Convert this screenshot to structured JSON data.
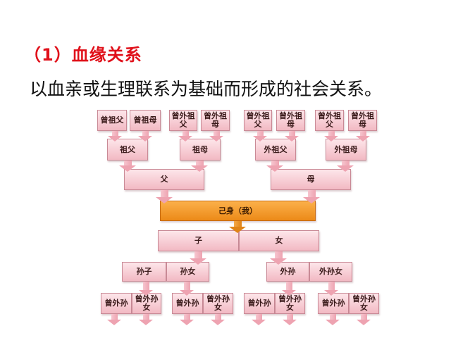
{
  "heading": "（1）血缘关系",
  "definition": "以血亲或生理联系为基础而形成的社会关系。",
  "colors": {
    "heading": "#e0101a",
    "box": "#f2b9c3",
    "self_box": "#ec8a18",
    "text": "#111111"
  },
  "diagram": {
    "great_grandparents": [
      {
        "label": "曾祖父"
      },
      {
        "label": "曾祖母"
      },
      {
        "label": "曾外祖父"
      },
      {
        "label": "曾外祖母"
      },
      {
        "label": "曾外祖父"
      },
      {
        "label": "曾外祖母"
      },
      {
        "label": "曾外祖父"
      },
      {
        "label": "曾外祖母"
      }
    ],
    "grandparents": [
      {
        "label": "祖父"
      },
      {
        "label": "祖母"
      },
      {
        "label": "外祖父"
      },
      {
        "label": "外祖母"
      }
    ],
    "parents": [
      {
        "label": "父"
      },
      {
        "label": "母"
      }
    ],
    "self": {
      "label": "己身（我）"
    },
    "children": [
      {
        "label": "子"
      },
      {
        "label": "女"
      }
    ],
    "grandchildren": [
      {
        "label": "孙子"
      },
      {
        "label": "孙女"
      },
      {
        "label": "外孙"
      },
      {
        "label": "外孙女"
      }
    ],
    "great_grandchildren": [
      {
        "label": "曾外孙"
      },
      {
        "label": "曾外孙女"
      },
      {
        "label": "曾外孙"
      },
      {
        "label": "曾外孙女"
      },
      {
        "label": "曾外孙"
      },
      {
        "label": "曾外孙女"
      },
      {
        "label": "曾外孙"
      },
      {
        "label": "曾外孙女"
      }
    ]
  }
}
